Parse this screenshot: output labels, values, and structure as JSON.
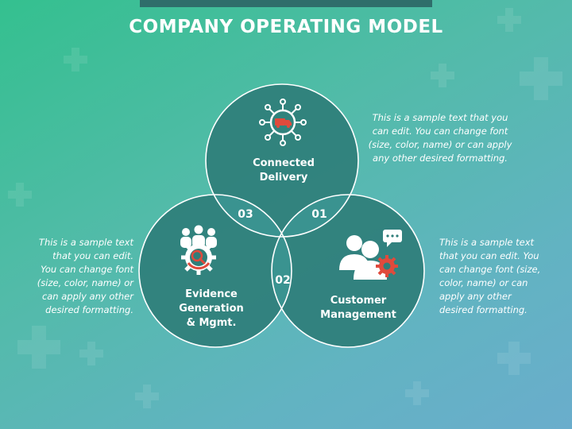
{
  "title": "COMPANY OPERATING MODEL",
  "circles": {
    "top": {
      "label_line1": "Connected",
      "label_line2": "Delivery",
      "icon": "network-truck-icon"
    },
    "left": {
      "label_line1": "Evidence",
      "label_line2": "Generation",
      "label_line3": "& Mgmt.",
      "icon": "team-gear-search-icon"
    },
    "right": {
      "label_line1": "Customer",
      "label_line2": "Management",
      "icon": "users-gear-chat-icon"
    }
  },
  "overlaps": {
    "top_left": "03",
    "top_right": "01",
    "bottom": "02"
  },
  "notes": {
    "top_right": [
      "This is a sample text that you",
      "can edit. You can change font",
      "(size, color, name) or can apply",
      "any other desired formatting."
    ],
    "left": [
      "This is a sample text",
      "that you can edit.",
      "You can change font",
      "(size, color, name) or",
      "can apply any other",
      "desired formatting."
    ],
    "right": [
      "This is a sample text",
      "that you can edit. You",
      "can change font (size,",
      "color, name) or can",
      "apply any other",
      "desired formatting."
    ]
  },
  "colors": {
    "circle_fill": "#2f7e79",
    "overlap_fill": "#3a9390",
    "accent": "#e04a3c",
    "text": "#ffffff"
  }
}
